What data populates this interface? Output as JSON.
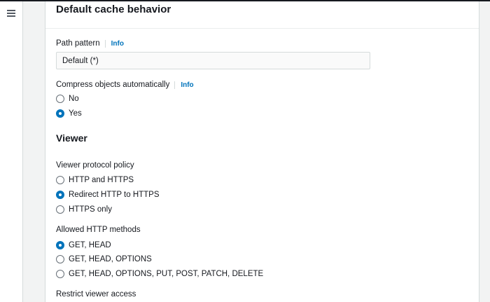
{
  "panel": {
    "title": "Default cache behavior"
  },
  "path_pattern": {
    "label": "Path pattern",
    "info": "Info",
    "value": "Default (*)"
  },
  "compress": {
    "label": "Compress objects automatically",
    "info": "Info",
    "options": [
      {
        "label": "No",
        "selected": false
      },
      {
        "label": "Yes",
        "selected": true
      }
    ]
  },
  "viewer": {
    "title": "Viewer",
    "protocol_policy": {
      "label": "Viewer protocol policy",
      "options": [
        {
          "label": "HTTP and HTTPS",
          "selected": false
        },
        {
          "label": "Redirect HTTP to HTTPS",
          "selected": true
        },
        {
          "label": "HTTPS only",
          "selected": false
        }
      ]
    },
    "allowed_methods": {
      "label": "Allowed HTTP methods",
      "options": [
        {
          "label": "GET, HEAD",
          "selected": true
        },
        {
          "label": "GET, HEAD, OPTIONS",
          "selected": false
        },
        {
          "label": "GET, HEAD, OPTIONS, PUT, POST, PATCH, DELETE",
          "selected": false
        }
      ]
    },
    "restrict_access": {
      "label": "Restrict viewer access"
    }
  },
  "icons": {
    "menu": "hamburger-menu-icon"
  },
  "colors": {
    "accent": "#0073bb",
    "text": "#16191f",
    "background": "#f2f3f3",
    "panel": "#ffffff"
  }
}
